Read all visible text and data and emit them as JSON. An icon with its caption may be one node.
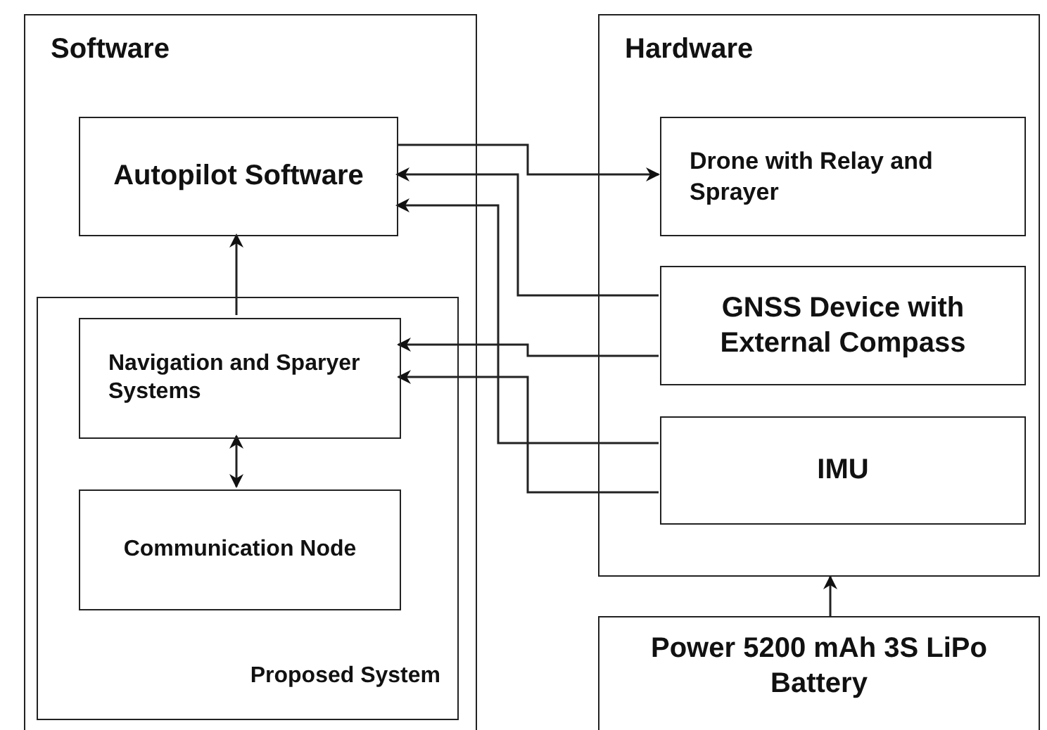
{
  "diagram": {
    "nodes": [
      {
        "text": [
          "Software"
        ]
      },
      {
        "text": [
          "Autopilot Software"
        ],
        "in": 0
      },
      {
        "text": [
          "Proposed System"
        ],
        "in": 0
      },
      {
        "text": [
          "Navigation and Sparyer Systems"
        ],
        "in": 2
      },
      {
        "text": [
          "Communication Node"
        ],
        "in": 2
      },
      {
        "text": [
          "Hardware"
        ]
      },
      {
        "text": [
          "Drone with Relay and Sprayer"
        ],
        "in": 5
      },
      {
        "text": [
          "GNSS Device with External Compass"
        ],
        "in": 5
      },
      {
        "text": [
          "IMU"
        ],
        "in": 5
      },
      {
        "text": [
          "Power 5200 mAh 3S LiPo Battery"
        ]
      }
    ],
    "edges": [
      {
        "from": 1,
        "to": 6,
        "arrow": "to"
      },
      {
        "from": 7,
        "to": 1,
        "arrow": "to"
      },
      {
        "from": 8,
        "to": 1,
        "arrow": "to"
      },
      {
        "from": 7,
        "to": 3,
        "arrow": "to"
      },
      {
        "from": 8,
        "to": 3,
        "arrow": "to"
      },
      {
        "from": 3,
        "to": 1,
        "arrow": "to"
      },
      {
        "from": 3,
        "to": 4,
        "arrow": "both"
      },
      {
        "from": 9,
        "to": 5,
        "arrow": "to"
      }
    ]
  }
}
